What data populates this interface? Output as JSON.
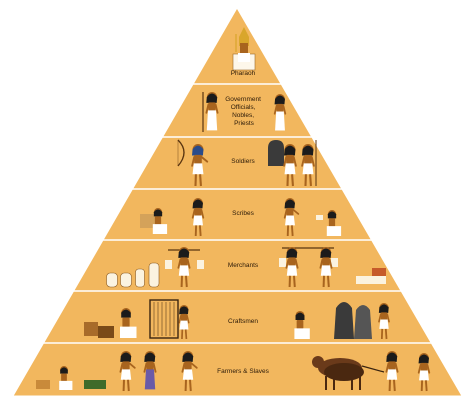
{
  "pyramid": {
    "colors": {
      "fill": "#f2b75e",
      "stroke": "#ffffff",
      "skin": "#a8641e",
      "cloth": "#ffffff",
      "hair": "#1b1b1b",
      "gold": "#d9a62b",
      "stone": "#3a3a3a"
    },
    "tiers": [
      {
        "label_lines": [
          "Pharaoh"
        ],
        "figures": [
          "pharaoh-on-throne"
        ]
      },
      {
        "label_lines": [
          "Government",
          "Officials,",
          "Nobles,",
          "Priests"
        ],
        "figures": [
          "official-with-staff",
          "noble"
        ]
      },
      {
        "label_lines": [
          "Soldiers"
        ],
        "figures": [
          "archer",
          "soldier-with-shield",
          "spearman"
        ]
      },
      {
        "label_lines": [
          "Scribes"
        ],
        "figures": [
          "seated-scribe",
          "scribe",
          "scribe-with-scroll",
          "kneeling-scribe"
        ]
      },
      {
        "label_lines": [
          "Merchants"
        ],
        "figures": [
          "jars",
          "merchant-with-yoke",
          "merchant-with-yoke",
          "goods"
        ]
      },
      {
        "label_lines": [
          "Craftsmen"
        ],
        "figures": [
          "potter",
          "weaver",
          "seated-craftsman",
          "statue",
          "carpenter"
        ]
      },
      {
        "label_lines": [
          "Farmers & Slaves"
        ],
        "figures": [
          "basket-carrier",
          "farmer",
          "woman",
          "worker",
          "oxen-plough",
          "ploughman",
          "farmer"
        ]
      }
    ]
  }
}
